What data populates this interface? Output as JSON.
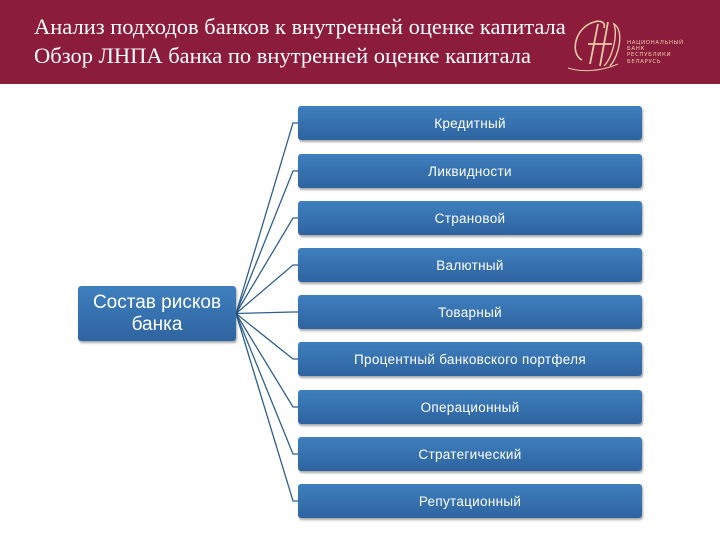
{
  "header": {
    "title_line1": "Анализ подходов банков к внутренней оценке капитала",
    "title_line2": "Обзор ЛНПА банка по внутренней оценке капитала",
    "logo_text": [
      "НАЦИОНАЛЬНЫЙ",
      "БАНК",
      "РЕСПУБЛИКИ",
      "БЕЛАРУСЬ"
    ],
    "bg_color": "#8b1c3c",
    "logo_color": "#e8c9a6"
  },
  "diagram": {
    "root": "Состав рисков банка",
    "items": [
      "Кредитный",
      "Ликвидности",
      "Страновой",
      "Валютный",
      "Товарный",
      "Процентный банковского портфеля",
      "Операционный",
      "Стратегический",
      "Репутационный"
    ],
    "box_color": "#3a74b2",
    "connector_color": "#2f5f8f"
  }
}
